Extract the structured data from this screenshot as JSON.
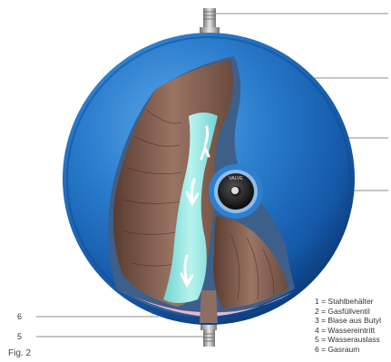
{
  "valve_text": "VALVE",
  "legend": [
    "1 = Stahlbehälter",
    "2 = Gasfüllventil",
    "3 = Blase aus Butyl",
    "4 = Wassereintritt",
    "5 = Wasserauslass",
    "6 = Gasraum"
  ],
  "callouts": {
    "gas_space": "6",
    "water_outlet": "5"
  },
  "caption": "Fig. 2",
  "colors": {
    "vessel_blue": "#1f6fc0",
    "bladder_brown": "#7a5a4a",
    "water_cyan": "#8fe3e0",
    "gas_pink": "#e8b6d8"
  }
}
